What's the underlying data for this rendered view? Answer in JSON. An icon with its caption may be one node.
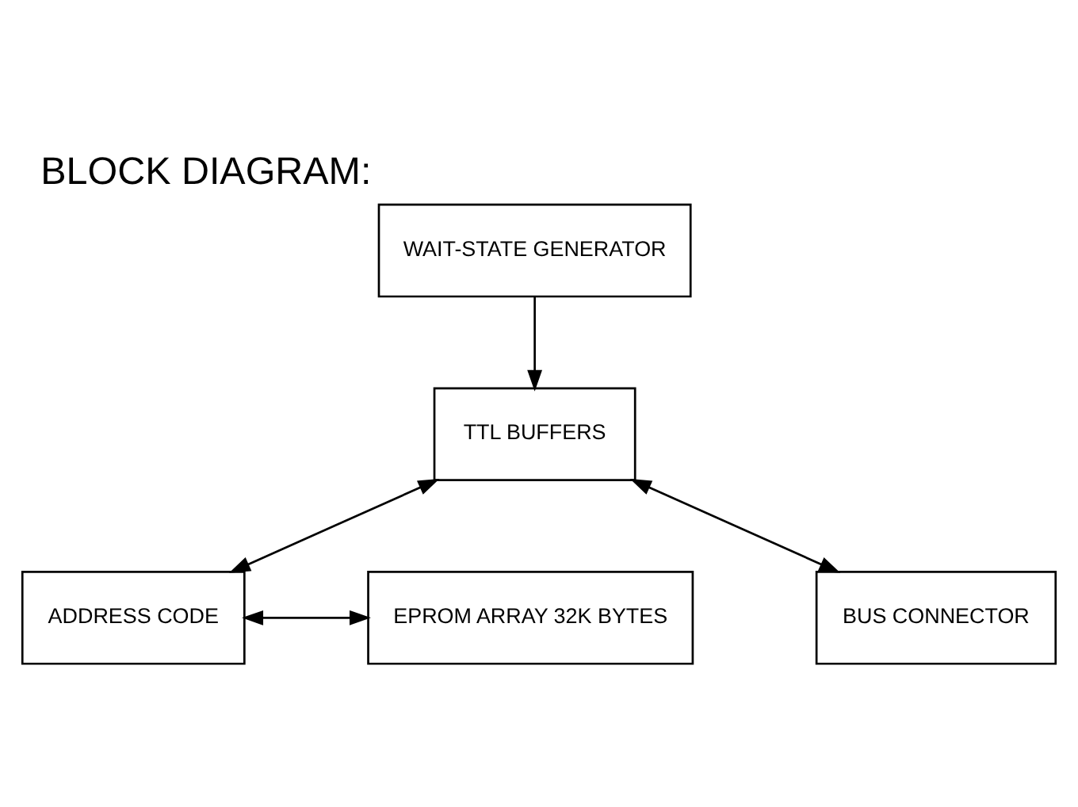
{
  "diagram": {
    "title": "BLOCK DIAGRAM:",
    "nodes": [
      {
        "text": [
          "ADDRESS CODE"
        ]
      },
      {
        "text": [
          "EPROM ARRAY 32K BYTES"
        ]
      },
      {
        "text": [
          "WAIT-STATE GENERATOR"
        ]
      },
      {
        "text": [
          "TTL BUFFERS"
        ]
      },
      {
        "text": [
          "BUS CONNECTOR"
        ]
      }
    ],
    "edges": [
      {
        "from": 3,
        "to": 0,
        "arrow": "both"
      },
      {
        "from": 0,
        "to": 1,
        "arrow": "both"
      },
      {
        "from": 2,
        "to": 3,
        "arrow": "to"
      },
      {
        "from": 3,
        "to": 4,
        "arrow": "both"
      }
    ]
  }
}
